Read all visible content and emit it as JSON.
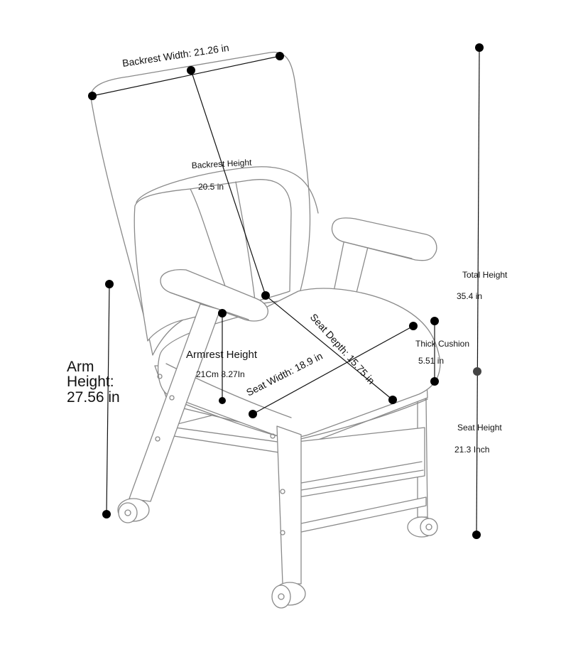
{
  "labels": {
    "backrest_width": "Backrest Width: 21.26 in",
    "backrest_height_title": "Backrest Height",
    "backrest_height_value": "20.5 in",
    "total_height_title": "Total Height",
    "total_height_value": "35.4 in",
    "thick_cushion_title": "Thick Cushion",
    "thick_cushion_value": "5.51 in",
    "seat_height_title": "Seat Height",
    "seat_height_value": "21.3 Inch",
    "seat_depth": "Seat Depth: 15.75 in",
    "seat_width": "Seat Width: 18.9 in",
    "armrest_height_title": "Armrest Height",
    "armrest_height_value": "21Cm  8.27In",
    "arm_height_line1": "Arm",
    "arm_height_line2": "Height:",
    "arm_height_line3": "27.56 in"
  },
  "colors": {
    "sketch": "#8a8a8a",
    "measure": "#111111",
    "dot": "#000000"
  }
}
